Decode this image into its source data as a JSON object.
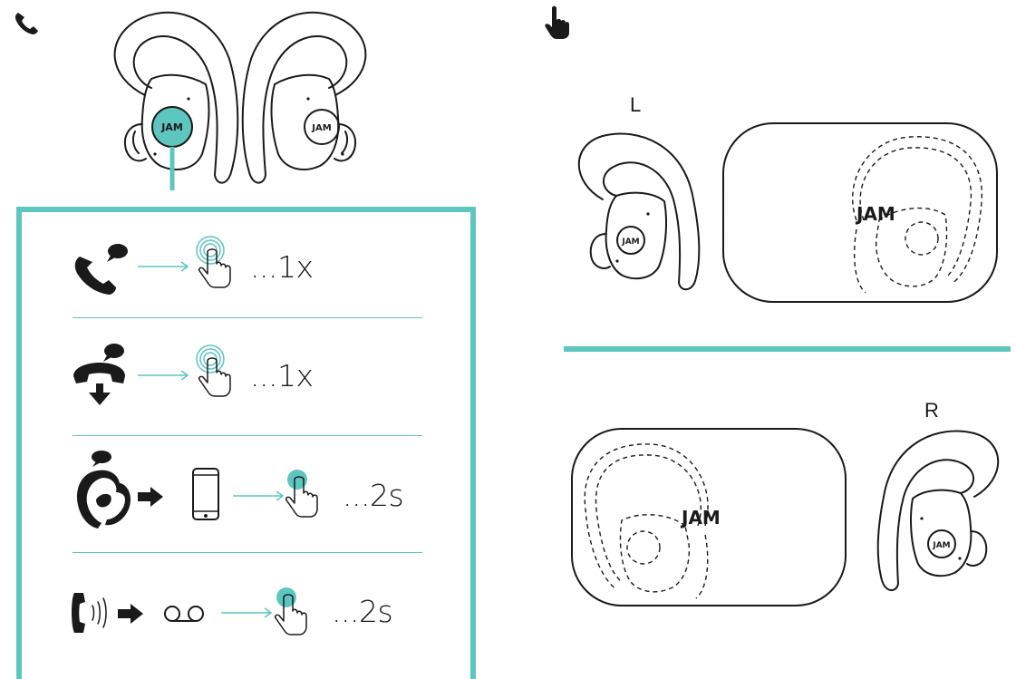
{
  "header": {
    "call_icon": "phone-icon",
    "touch_icon": "hand-pointer-icon"
  },
  "brand_logo": "JAM",
  "left_panel": {
    "rows": [
      {
        "action": "answer-call",
        "gesture": "tap",
        "count": "...1x"
      },
      {
        "action": "end-call",
        "gesture": "tap",
        "count": "...1x"
      },
      {
        "action": "voice-assistant",
        "gesture": "hold",
        "count": "...2s"
      },
      {
        "action": "call-to-voicemail",
        "gesture": "hold",
        "count": "...2s"
      }
    ]
  },
  "right_panel": {
    "left_label": "L",
    "right_label": "R"
  },
  "colors": {
    "accent": "#5cc6bf",
    "ink": "#1a1a1a"
  }
}
